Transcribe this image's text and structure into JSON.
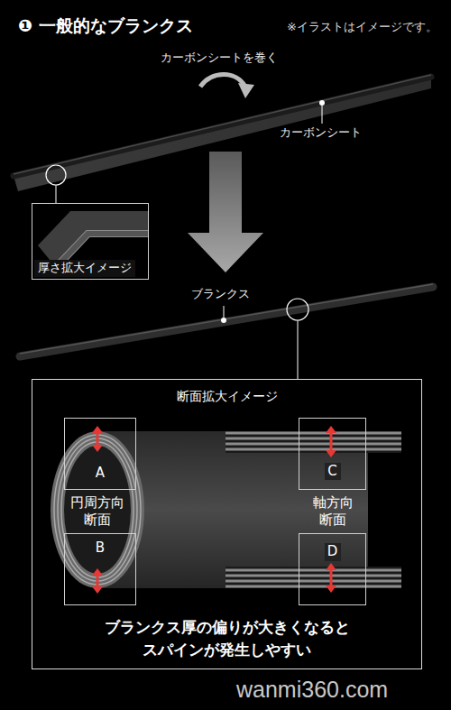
{
  "diagram": {
    "title": "❶ 一般的なブランクス",
    "nodes": [
      {
        "text": [
          "厚さ拡大イメージ"
        ]
      },
      {
        "text": [
          "断面拡大イメージ",
          "ブランクス厚の偏りが大きくなると スパインが発生しやすい"
        ]
      },
      {
        "text": [
          "A"
        ],
        "in": 1
      },
      {
        "text": [
          "C"
        ],
        "in": 1
      },
      {
        "text": [
          "B"
        ],
        "in": 1
      },
      {
        "text": [
          "D"
        ],
        "in": 1
      }
    ],
    "labels": [
      "※イラストはイメージです。",
      "カーボンシートを巻く",
      "カーボンシート",
      "ブランクス",
      "円周方向 断面",
      "軸方向 断面",
      "wanmi360.com"
    ]
  }
}
